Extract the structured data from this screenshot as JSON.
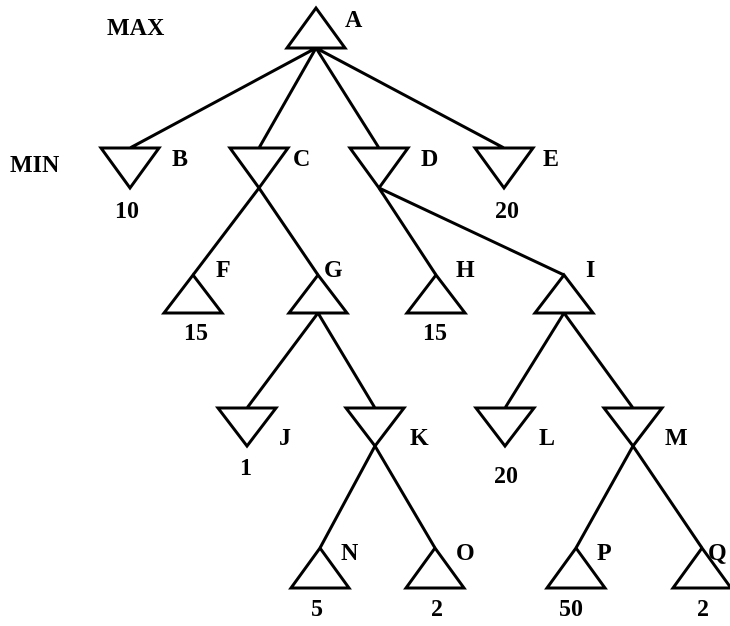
{
  "levels": {
    "max_label": "MAX",
    "min_label": "MIN"
  },
  "nodes": {
    "A": {
      "label": "A",
      "value": "",
      "kind": "max"
    },
    "B": {
      "label": "B",
      "value": "10",
      "kind": "min"
    },
    "C": {
      "label": "C",
      "value": "",
      "kind": "min"
    },
    "D": {
      "label": "D",
      "value": "",
      "kind": "min"
    },
    "E": {
      "label": "E",
      "value": "20",
      "kind": "min"
    },
    "F": {
      "label": "F",
      "value": "15",
      "kind": "max"
    },
    "G": {
      "label": "G",
      "value": "",
      "kind": "max"
    },
    "H": {
      "label": "H",
      "value": "15",
      "kind": "max"
    },
    "I": {
      "label": "I",
      "value": "",
      "kind": "max"
    },
    "J": {
      "label": "J",
      "value": "1",
      "kind": "min"
    },
    "K": {
      "label": "K",
      "value": "",
      "kind": "min"
    },
    "L": {
      "label": "L",
      "value": "20",
      "kind": "min"
    },
    "M": {
      "label": "M",
      "value": "",
      "kind": "min"
    },
    "N": {
      "label": "N",
      "value": "5",
      "kind": "max"
    },
    "O": {
      "label": "O",
      "value": "2",
      "kind": "max"
    },
    "P": {
      "label": "P",
      "value": "50",
      "kind": "max"
    },
    "Q": {
      "label": "Q",
      "value": "2",
      "kind": "max"
    }
  },
  "edges": [
    [
      "A",
      "B"
    ],
    [
      "A",
      "C"
    ],
    [
      "A",
      "D"
    ],
    [
      "A",
      "E"
    ],
    [
      "C",
      "F"
    ],
    [
      "C",
      "G"
    ],
    [
      "D",
      "H"
    ],
    [
      "D",
      "I"
    ],
    [
      "G",
      "J"
    ],
    [
      "G",
      "K"
    ],
    [
      "I",
      "L"
    ],
    [
      "I",
      "M"
    ],
    [
      "K",
      "N"
    ],
    [
      "K",
      "O"
    ],
    [
      "M",
      "P"
    ],
    [
      "M",
      "Q"
    ]
  ]
}
